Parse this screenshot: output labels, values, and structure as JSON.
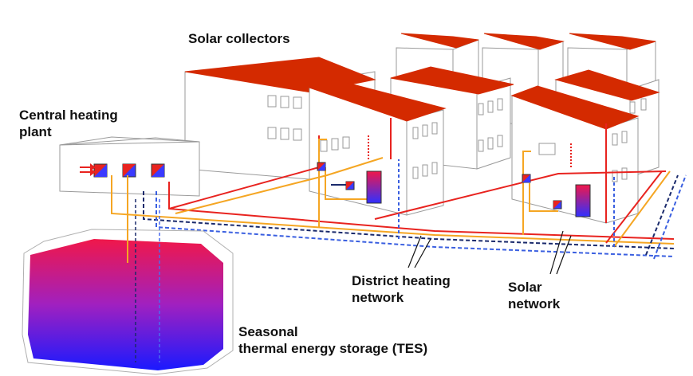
{
  "labels": {
    "solar_collectors": "Solar collectors",
    "central_heating_plant": [
      "Central heating",
      "plant"
    ],
    "district_heating_network": [
      "District heating",
      "network"
    ],
    "solar_network": [
      "Solar",
      "network"
    ],
    "seasonal_storage": [
      "Seasonal",
      "thermal energy storage (TES)"
    ]
  },
  "colors": {
    "roof": "#d42a00",
    "supply_red": "#e8231f",
    "solar_orange": "#f5a623",
    "return_blue": "#3a5fe0",
    "dark_blue": "#1a2a6c",
    "outline": "#9a9a9a",
    "tes_top": "#f0174a",
    "tes_bottom": "#2020ff"
  }
}
